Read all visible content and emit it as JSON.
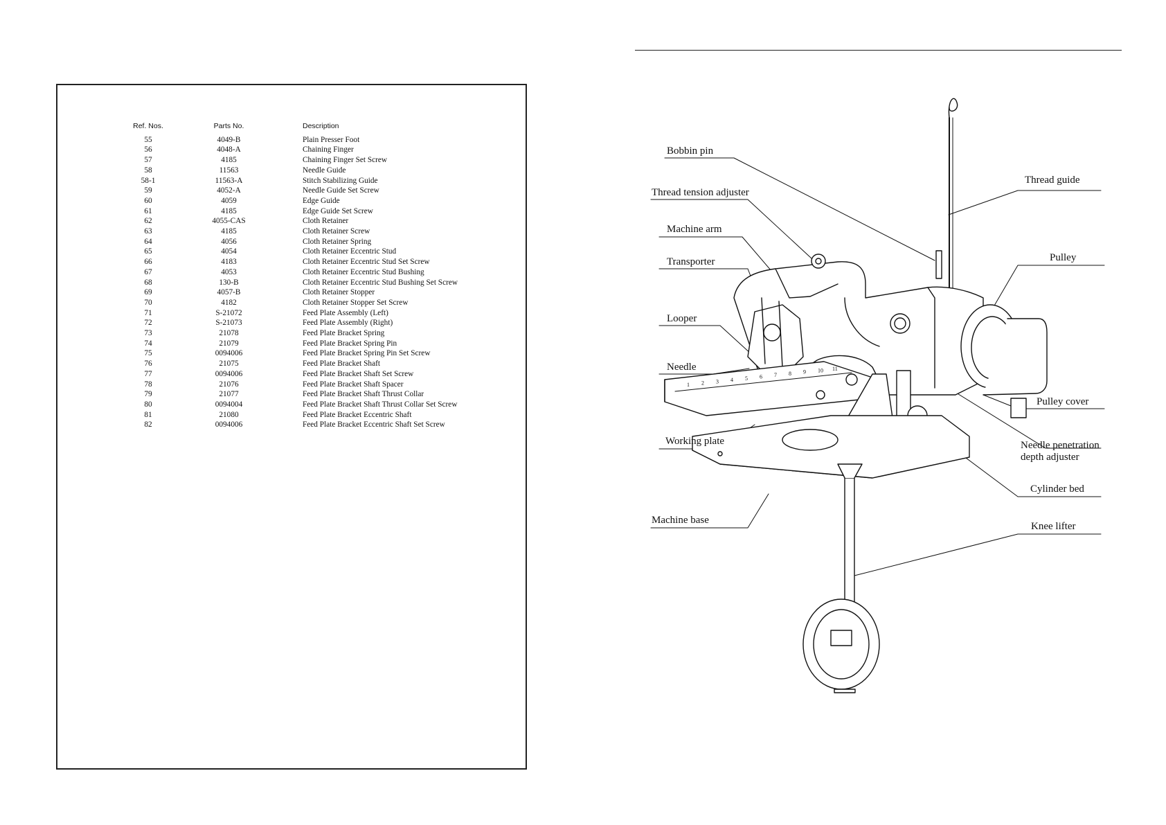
{
  "parts_list": {
    "headers": {
      "ref": "Ref. Nos.",
      "part": "Parts No.",
      "desc": "Description"
    },
    "rows": [
      {
        "ref": "55",
        "part": "4049-B",
        "desc": "Plain Presser Foot"
      },
      {
        "ref": "56",
        "part": "4048-A",
        "desc": "Chaining Finger"
      },
      {
        "ref": "57",
        "part": "4185",
        "desc": "Chaining Finger Set Screw"
      },
      {
        "ref": "58",
        "part": "11563",
        "desc": "Needle Guide"
      },
      {
        "ref": "58-1",
        "part": "11563-A",
        "desc": "Stitch Stabilizing Guide"
      },
      {
        "ref": "59",
        "part": "4052-A",
        "desc": "Needle Guide Set Screw"
      },
      {
        "ref": "60",
        "part": "4059",
        "desc": "Edge Guide"
      },
      {
        "ref": "61",
        "part": "4185",
        "desc": "Edge Guide Set Screw"
      },
      {
        "ref": "62",
        "part": "4055-CAS",
        "desc": "Cloth Retainer"
      },
      {
        "ref": "63",
        "part": "4185",
        "desc": "Cloth Retainer Screw"
      },
      {
        "ref": "64",
        "part": "4056",
        "desc": "Cloth Retainer Spring"
      },
      {
        "ref": "65",
        "part": "4054",
        "desc": "Cloth Retainer Eccentric Stud"
      },
      {
        "ref": "66",
        "part": "4183",
        "desc": "Cloth Retainer Eccentric Stud Set Screw"
      },
      {
        "ref": "67",
        "part": "4053",
        "desc": "Cloth Retainer Eccentric Stud Bushing"
      },
      {
        "ref": "68",
        "part": "130-B",
        "desc": "Cloth Retainer Eccentric Stud Bushing Set Screw"
      },
      {
        "ref": "69",
        "part": "4057-B",
        "desc": "Cloth Retainer Stopper"
      },
      {
        "ref": "70",
        "part": "4182",
        "desc": "Cloth Retainer Stopper Set Screw"
      },
      {
        "ref": "71",
        "part": "S-21072",
        "desc": "Feed Plate Assembly (Left)"
      },
      {
        "ref": "72",
        "part": "S-21073",
        "desc": "Feed Plate Assembly (Right)"
      },
      {
        "ref": "73",
        "part": "21078",
        "desc": "Feed Plate Bracket Spring"
      },
      {
        "ref": "74",
        "part": "21079",
        "desc": "Feed Plate Bracket Spring Pin"
      },
      {
        "ref": "75",
        "part": "0094006",
        "desc": "Feed Plate Bracket Spring Pin Set Screw"
      },
      {
        "ref": "76",
        "part": "21075",
        "desc": "Feed Plate Bracket Shaft"
      },
      {
        "ref": "77",
        "part": "0094006",
        "desc": "Feed Plate Bracket Shaft Set Screw"
      },
      {
        "ref": "78",
        "part": "21076",
        "desc": "Feed Plate Bracket Shaft Spacer"
      },
      {
        "ref": "79",
        "part": "21077",
        "desc": "Feed Plate Bracket Shaft Thrust Collar"
      },
      {
        "ref": "80",
        "part": "0094004",
        "desc": "Feed Plate Bracket Shaft Thrust Collar Set Screw"
      },
      {
        "ref": "81",
        "part": "21080",
        "desc": "Feed Plate Bracket Eccentric Shaft"
      },
      {
        "ref": "82",
        "part": "0094006",
        "desc": "Feed Plate Bracket Eccentric Shaft Set Screw"
      }
    ]
  },
  "diagram": {
    "labels": {
      "bobbin_pin": "Bobbin pin",
      "thread_tension_adjuster": "Thread tension adjuster",
      "machine_arm": "Machine arm",
      "transporter": "Transporter",
      "looper": "Looper",
      "needle": "Needle",
      "working_plate": "Working plate",
      "machine_base": "Machine base",
      "thread_guide": "Thread guide",
      "pulley": "Pulley",
      "pulley_cover": "Pulley cover",
      "needle_penetration_1": "Needle penetration",
      "needle_penetration_2": "depth adjuster",
      "cylinder_bed": "Cylinder bed",
      "knee_lifter": "Knee lifter"
    },
    "scale_numbers": [
      "1",
      "2",
      "3",
      "4",
      "5",
      "6",
      "7",
      "8",
      "9",
      "10",
      "11"
    ]
  }
}
